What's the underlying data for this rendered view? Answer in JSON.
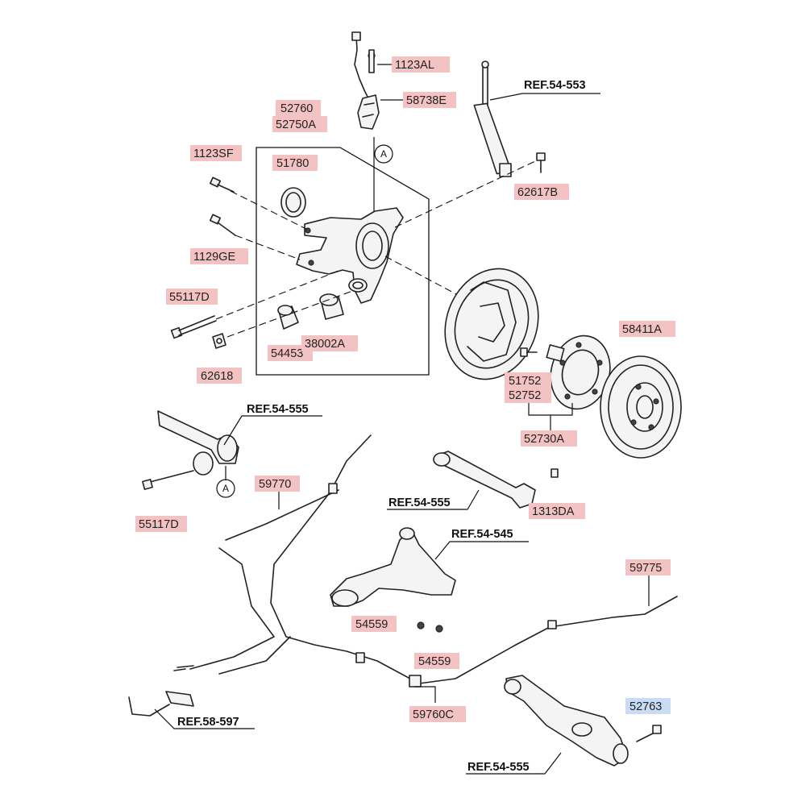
{
  "labels": {
    "p1123AL": "1123AL",
    "p58738E": "58738E",
    "p52760": "52760",
    "p52750A": "52750A",
    "p1123SF": "1123SF",
    "p51780": "51780",
    "p62617B": "62617B",
    "p1129GE": "1129GE",
    "p55117D_top": "55117D",
    "p54453": "54453",
    "p38002A": "38002A",
    "p62618": "62618",
    "p58411A": "58411A",
    "p51752": "51752",
    "p52752": "52752",
    "p52730A": "52730A",
    "p55117D_bottom": "55117D",
    "p59770": "59770",
    "p1313DA": "1313DA",
    "p54559_left": "54559",
    "p54559_right": "54559",
    "p59775": "59775",
    "p59760C": "59760C",
    "p52763": "52763"
  },
  "refs": {
    "r54553": "REF.54-553",
    "r54555_upper": "REF.54-555",
    "r54555_link": "REF.54-555",
    "r54545": "REF.54-545",
    "r58597": "REF.58-597",
    "r54555_lower": "REF.54-555"
  },
  "markers": {
    "a_top": "A",
    "a_bottom": "A"
  },
  "colors": {
    "label_highlight": "#f3c2c2",
    "selected_highlight": "#c9dcf5"
  }
}
